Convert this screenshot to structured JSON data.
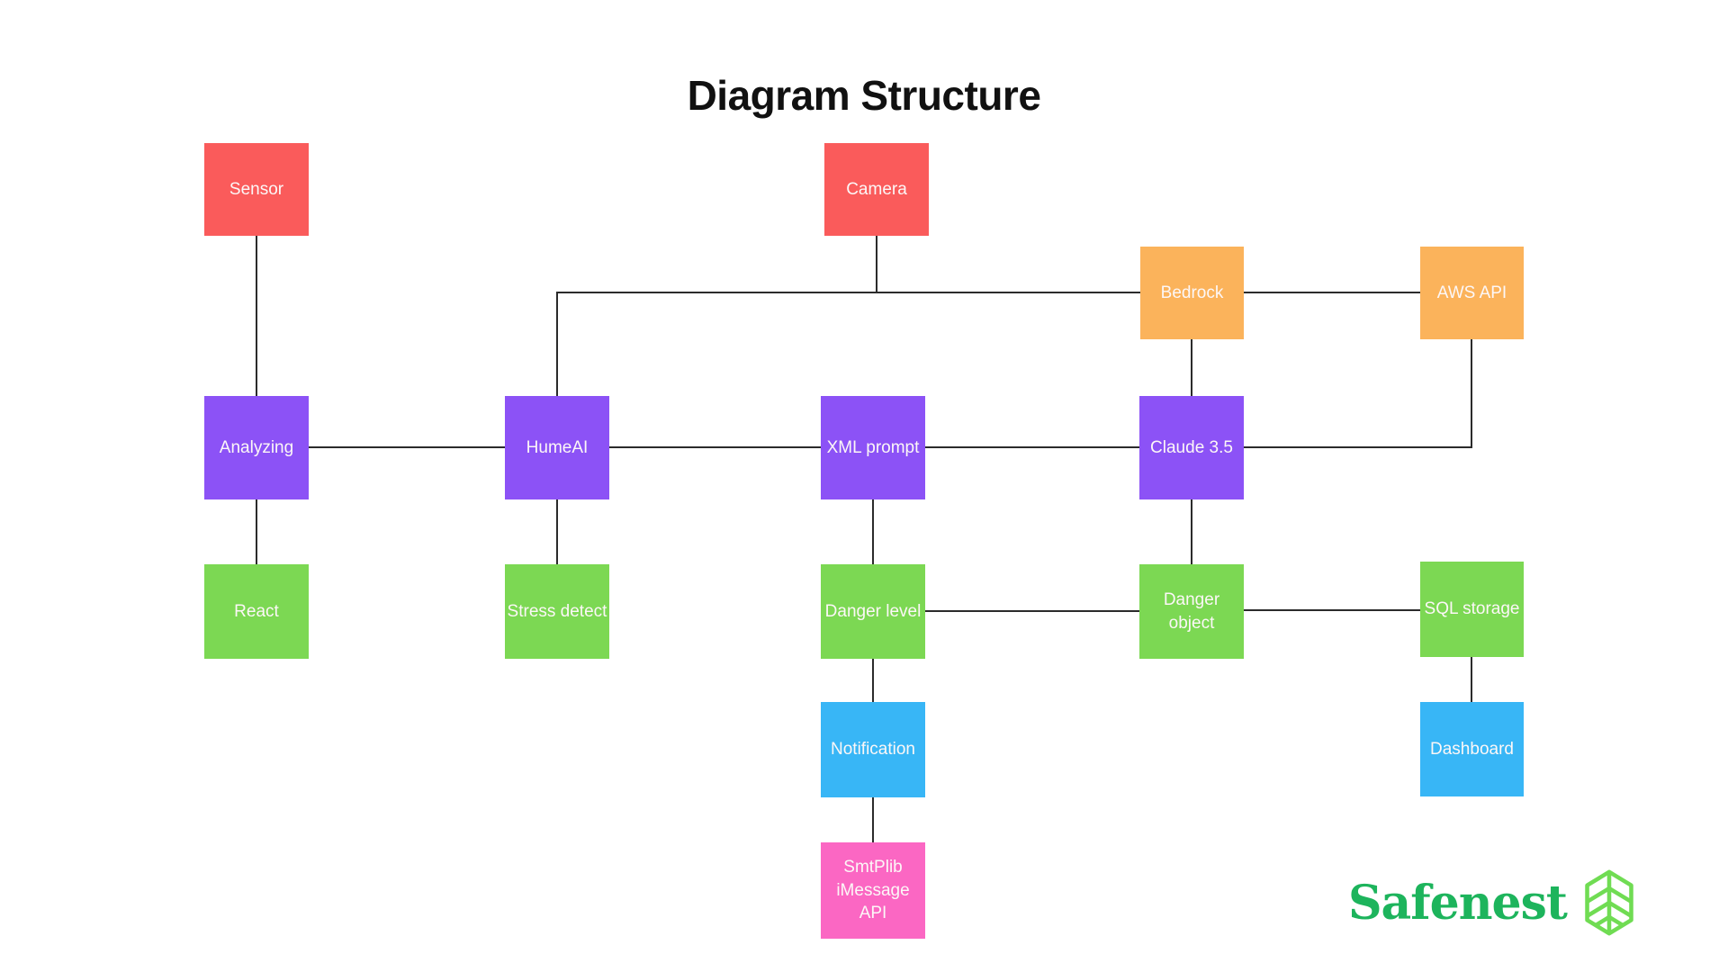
{
  "title": "Diagram Structure",
  "colors": {
    "background": "#ffffff",
    "edge": "#2b2b2b",
    "node_text": "#fcf7f7",
    "title_text": "#111111",
    "red": "#fa5b5b",
    "orange": "#fbb35b",
    "purple": "#8c52f6",
    "green": "#7cd853",
    "blue": "#38b6f6",
    "pink": "#fb67c3"
  },
  "brand": {
    "name": "Safenest",
    "icon": "leaf-icon",
    "text_color": "#1db45c",
    "icon_color": "#70dc53"
  },
  "nodes": {
    "sensor": {
      "label": "Sensor",
      "color": "#fa5b5b"
    },
    "camera": {
      "label": "Camera",
      "color": "#fa5b5b"
    },
    "bedrock": {
      "label": "Bedrock",
      "color": "#fbb35b"
    },
    "aws_api": {
      "label": "AWS API",
      "color": "#fbb35b"
    },
    "analyzing": {
      "label": "Analyzing",
      "color": "#8c52f6"
    },
    "humeai": {
      "label": "HumeAI",
      "color": "#8c52f6"
    },
    "xml_prompt": {
      "label": "XML prompt",
      "color": "#8c52f6"
    },
    "claude_3_5": {
      "label": "Claude 3.5",
      "color": "#8c52f6"
    },
    "react": {
      "label": "React",
      "color": "#7cd853"
    },
    "stress_detect": {
      "label": "Stress detect",
      "color": "#7cd853"
    },
    "danger_level": {
      "label": "Danger level",
      "color": "#7cd853"
    },
    "danger_object": {
      "label": "Danger object",
      "color": "#7cd853"
    },
    "sql_storage": {
      "label": "SQL storage",
      "color": "#7cd853"
    },
    "notification": {
      "label": "Notification",
      "color": "#38b6f6"
    },
    "dashboard": {
      "label": "Dashboard",
      "color": "#38b6f6"
    },
    "smtplib_imessage_api": {
      "label": "SmtPlib iMessage API",
      "color": "#fb67c3"
    }
  },
  "connections": [
    {
      "from": "sensor",
      "to": "analyzing"
    },
    {
      "from": "camera",
      "to": "humeai"
    },
    {
      "from": "camera",
      "to": "bedrock"
    },
    {
      "from": "bedrock",
      "to": "aws_api"
    },
    {
      "from": "bedrock",
      "to": "claude_3_5"
    },
    {
      "from": "aws_api",
      "to": "claude_3_5"
    },
    {
      "from": "analyzing",
      "to": "humeai"
    },
    {
      "from": "humeai",
      "to": "xml_prompt"
    },
    {
      "from": "xml_prompt",
      "to": "claude_3_5"
    },
    {
      "from": "analyzing",
      "to": "react"
    },
    {
      "from": "humeai",
      "to": "stress_detect"
    },
    {
      "from": "xml_prompt",
      "to": "danger_level"
    },
    {
      "from": "claude_3_5",
      "to": "danger_object"
    },
    {
      "from": "danger_level",
      "to": "danger_object"
    },
    {
      "from": "danger_object",
      "to": "sql_storage"
    },
    {
      "from": "danger_level",
      "to": "notification"
    },
    {
      "from": "notification",
      "to": "smtplib_imessage_api"
    },
    {
      "from": "sql_storage",
      "to": "dashboard"
    }
  ]
}
